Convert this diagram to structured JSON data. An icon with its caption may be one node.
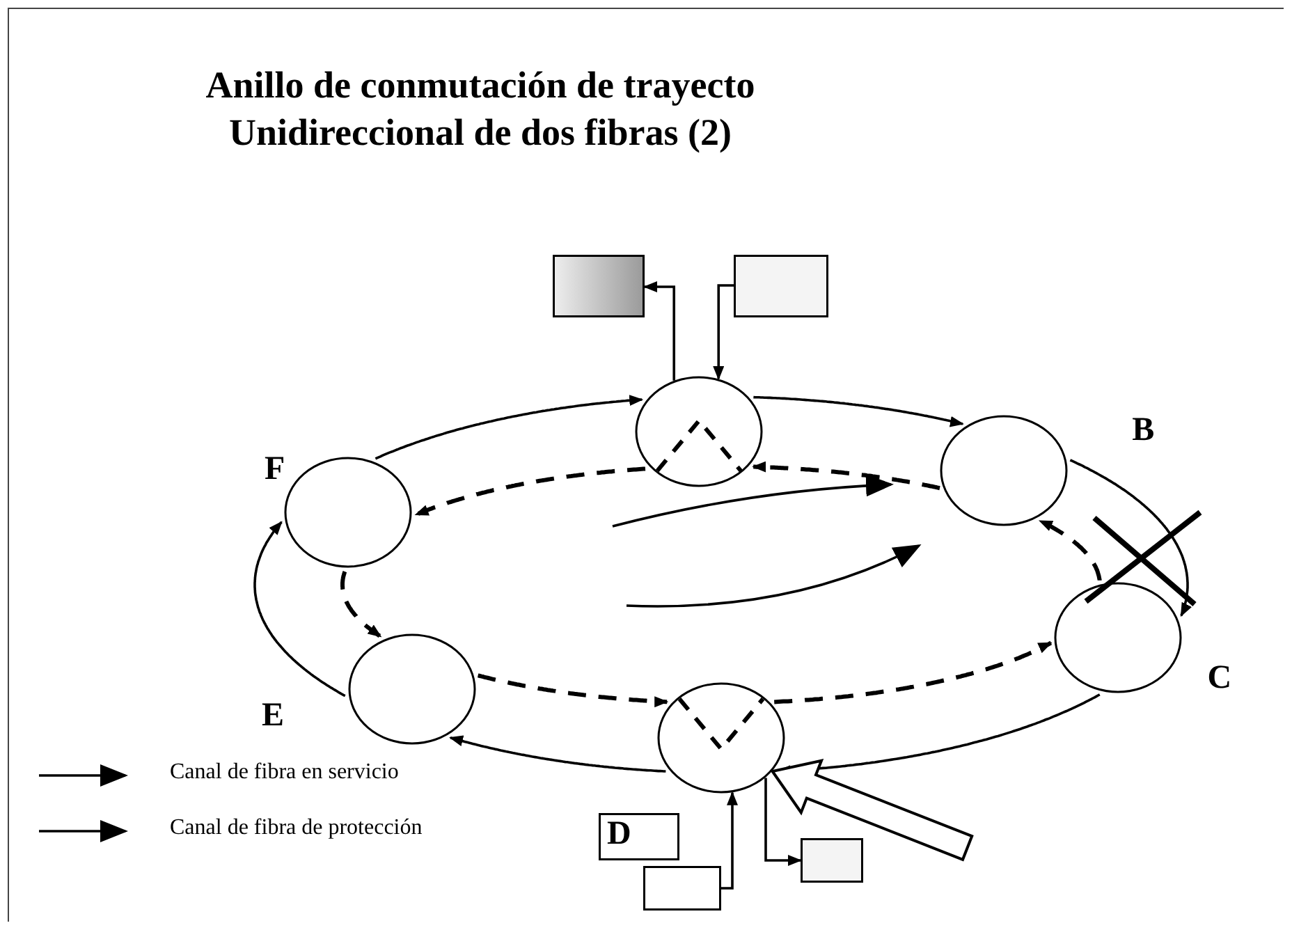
{
  "diagram": {
    "title": "Anillo de conmutación de trayecto Unidireccional de dos fibras (2)",
    "nodes": [
      {
        "text": [],
        "shape": "circle"
      },
      {
        "text": [
          "F"
        ]
      },
      {
        "text": [
          "B"
        ]
      },
      {
        "text": [
          "E"
        ]
      },
      {
        "text": [],
        "shape": "circle"
      },
      {
        "text": [
          "C"
        ]
      },
      {
        "text": [],
        "shape": "box"
      },
      {
        "text": [],
        "shape": "box"
      },
      {
        "text": [
          "D"
        ]
      },
      {
        "text": [],
        "shape": "box"
      },
      {
        "text": [],
        "shape": "box"
      }
    ],
    "edges": [
      {
        "from": 1,
        "to": 0,
        "arrow": "to"
      },
      {
        "from": 0,
        "to": 2,
        "arrow": "to"
      },
      {
        "from": 2,
        "to": 5,
        "arrow": "to"
      },
      {
        "from": 5,
        "to": 4,
        "arrow": "to"
      },
      {
        "from": 4,
        "to": 3,
        "arrow": "to"
      },
      {
        "from": 3,
        "to": 1,
        "arrow": "to"
      },
      {
        "from": 0,
        "to": 1,
        "arrow": "to",
        "style": "dashed"
      },
      {
        "from": 1,
        "to": 3,
        "arrow": "to",
        "style": "dashed"
      },
      {
        "from": 3,
        "to": 4,
        "arrow": "to",
        "style": "dashed"
      },
      {
        "from": 4,
        "to": 5,
        "arrow": "to",
        "style": "dashed"
      },
      {
        "from": 5,
        "to": 2,
        "arrow": "to",
        "style": "dashed"
      },
      {
        "from": 2,
        "to": 0,
        "arrow": "to",
        "style": "dashed"
      },
      {
        "from": 0,
        "to": 6,
        "arrow": "to"
      },
      {
        "from": 7,
        "to": 0,
        "arrow": "to"
      },
      {
        "from": 9,
        "to": 4,
        "arrow": "to"
      },
      {
        "from": 4,
        "to": 10,
        "arrow": "to"
      },
      {
        "from": null,
        "to": 4,
        "arrow": "to",
        "style": "thick"
      }
    ],
    "legend": [
      {
        "text": "Canal de fibra en servicio"
      },
      {
        "text": "Canal de fibra de protección"
      }
    ]
  }
}
